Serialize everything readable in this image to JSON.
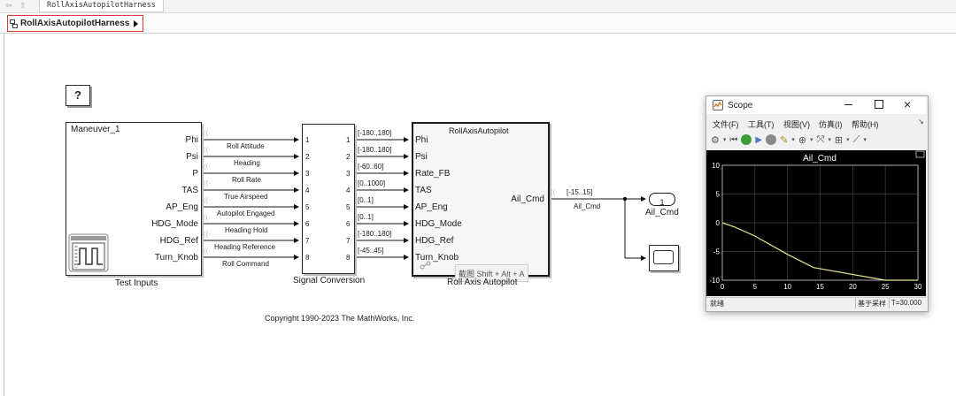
{
  "window_tab": {
    "title": "RollAxisAutopilotHarness"
  },
  "breadcrumb": {
    "label": "RollAxisAutopilotHarness"
  },
  "help_block": {
    "label": "?"
  },
  "test_inputs": {
    "scenario": "Maneuver_1",
    "name": "Test Inputs",
    "ports": [
      "Phi",
      "Psi",
      "P",
      "TAS",
      "AP_Eng",
      "HDG_Mode",
      "HDG_Ref",
      "Turn_Knob"
    ]
  },
  "signal_labels": [
    "Roll Attitude",
    "Heading",
    "Roll Rate",
    "True Airspeed",
    "Autopilot Engaged",
    "Heading Hold",
    "Heading Reference",
    "Roll Command"
  ],
  "signal_conversion": {
    "name": "Signal Conversion",
    "in_ports": [
      "1",
      "2",
      "3",
      "4",
      "5",
      "6",
      "7",
      "8"
    ],
    "out_ports": [
      "1",
      "2",
      "3",
      "4",
      "5",
      "6",
      "7",
      "8"
    ]
  },
  "ranges": [
    "[-180..180]",
    "[-180..180]",
    "[-60..60]",
    "[0..1000]",
    "[0..1]",
    "[0..1]",
    "[-180..180]",
    "[-45..45]"
  ],
  "autopilot": {
    "title": "RollAxisAutopilot",
    "name": "Roll Axis Autopilot",
    "in_ports": [
      "Phi",
      "Psi",
      "Rate_FB",
      "TAS",
      "AP_Eng",
      "HDG_Mode",
      "HDG_Ref",
      "Turn_Knob"
    ],
    "out_port": "Ail_Cmd",
    "out_range": "[-15..15]",
    "out_signal": "Ail_Cmd"
  },
  "screenshot_tooltip": "截图 Shift + Alt + A",
  "outport": {
    "number": "1",
    "name": "Ail_Cmd"
  },
  "copyright": "Copyright 1990-2023 The MathWorks, Inc.",
  "scope": {
    "title": "Scope",
    "menu": [
      "文件(F)",
      "工具(T)",
      "视图(V)",
      "仿真(I)",
      "帮助(H)"
    ],
    "plot_title": "Ail_Cmd",
    "status_left": "就绪",
    "status_mode": "基于采样",
    "status_time": "T=30.000",
    "colors": {
      "bg": "#000000",
      "trace": "#e8e88a",
      "grid": "#404040",
      "axes_text": "#ffffff"
    }
  },
  "chart_data": {
    "type": "line",
    "title": "Ail_Cmd",
    "xlim": [
      0,
      30
    ],
    "ylim": [
      -10,
      10
    ],
    "xticks": [
      "0",
      "5",
      "10",
      "15",
      "20",
      "25",
      "30"
    ],
    "yticks": [
      "10",
      "5",
      "0",
      "-5",
      "-10"
    ],
    "grid": true,
    "series": [
      {
        "x": [
          0,
          2,
          5,
          10,
          14,
          25,
          30
        ],
        "y": [
          0,
          -0.8,
          -2.3,
          -5.5,
          -7.8,
          -10,
          -10
        ]
      }
    ]
  }
}
